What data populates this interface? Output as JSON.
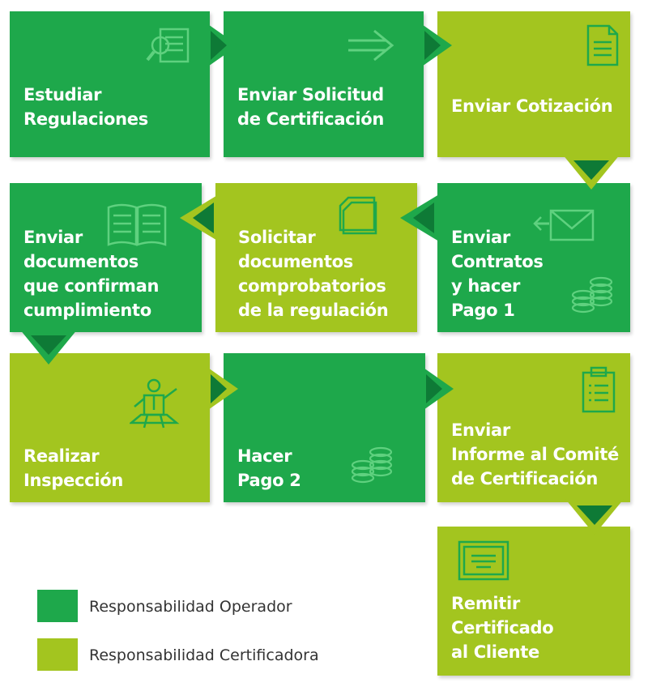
{
  "steps": [
    {
      "label": "Estudiar\nRegulaciones",
      "responsible": "operador",
      "icon": "magnifier-document-icon"
    },
    {
      "label": "Enviar Solicitud\nde Certificación",
      "responsible": "operador",
      "icon": "arrow-right-icon"
    },
    {
      "label": "Enviar Cotización",
      "responsible": "certificadora",
      "icon": "document-icon"
    },
    {
      "label": "Enviar\nContratos\ny hacer\nPago 1",
      "responsible": "operador",
      "icon": "envelope-arrow-icon"
    },
    {
      "label": "Solicitar\ndocumentos\ncomprobatorios\nde la regulación",
      "responsible": "certificadora",
      "icon": "folder-icon"
    },
    {
      "label": "Enviar\ndocumentos\nque confirman\ncumplimiento",
      "responsible": "operador",
      "icon": "open-book-icon"
    },
    {
      "label": "Realizar\nInspección",
      "responsible": "certificadora",
      "icon": "inspector-icon"
    },
    {
      "label": "Hacer\nPago 2",
      "responsible": "operador",
      "icon": "coins-icon"
    },
    {
      "label": "Enviar\nInforme al Comité\nde Certificación",
      "responsible": "certificadora",
      "icon": "clipboard-icon"
    },
    {
      "label": "Remitir\nCertificado\nal Cliente",
      "responsible": "certificadora",
      "icon": "certificate-icon"
    }
  ],
  "legend": [
    {
      "label": "Responsabilidad Operador",
      "color": "#1ea84b"
    },
    {
      "label": "Responsabilidad Certificadora",
      "color": "#a3c51f"
    }
  ],
  "colors": {
    "operador": "#1ea84b",
    "certificadora": "#a3c51f",
    "arrow_operador": "#0e7a36",
    "arrow_certificadora": "#6f9a10"
  }
}
